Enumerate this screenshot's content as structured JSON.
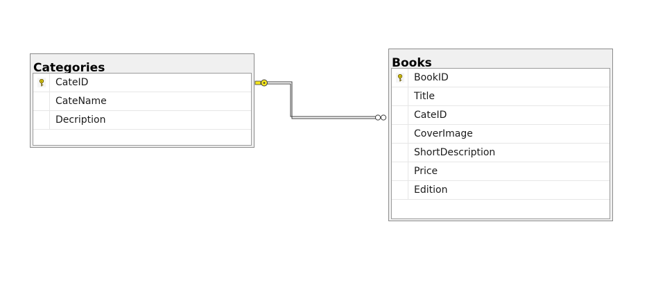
{
  "tables": [
    {
      "title": "Categories",
      "columns": [
        {
          "name": "CateID",
          "primary_key": true
        },
        {
          "name": "CateName",
          "primary_key": false
        },
        {
          "name": "Decription",
          "primary_key": false
        }
      ]
    },
    {
      "title": "Books",
      "columns": [
        {
          "name": "BookID",
          "primary_key": true
        },
        {
          "name": "Title",
          "primary_key": false
        },
        {
          "name": "CateID",
          "primary_key": false
        },
        {
          "name": "CoverImage",
          "primary_key": false
        },
        {
          "name": "ShortDescription",
          "primary_key": false
        },
        {
          "name": "Price",
          "primary_key": false
        },
        {
          "name": "Edition",
          "primary_key": false
        }
      ]
    }
  ],
  "relationship": {
    "from_table": "Categories",
    "from_column": "CateID",
    "to_table": "Books",
    "to_column": "CateID",
    "from_end": "key-icon",
    "to_end": "infinity-icon",
    "key_color": "#f5e61e"
  }
}
